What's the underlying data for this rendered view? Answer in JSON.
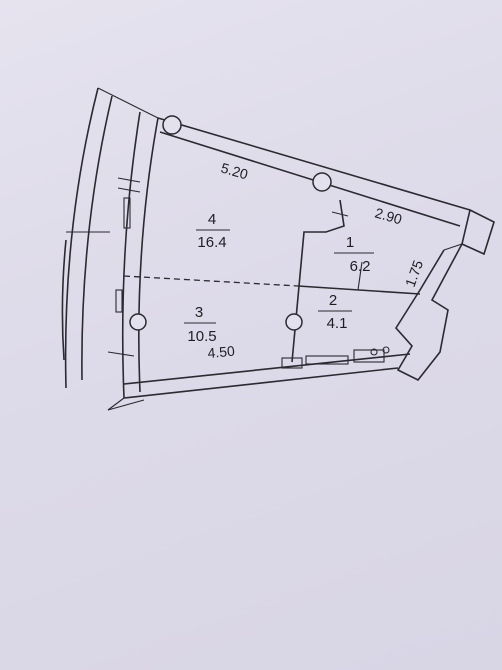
{
  "rooms": [
    {
      "number": "4",
      "area": "16.4"
    },
    {
      "number": "1",
      "area": "6.2"
    },
    {
      "number": "2",
      "area": "4.1"
    },
    {
      "number": "3",
      "area": "10.5"
    }
  ],
  "dimensions": {
    "top_wall": "5.20",
    "right_top_wall": "2.90",
    "right_side": "1.75",
    "bottom_wall": "4.50"
  }
}
